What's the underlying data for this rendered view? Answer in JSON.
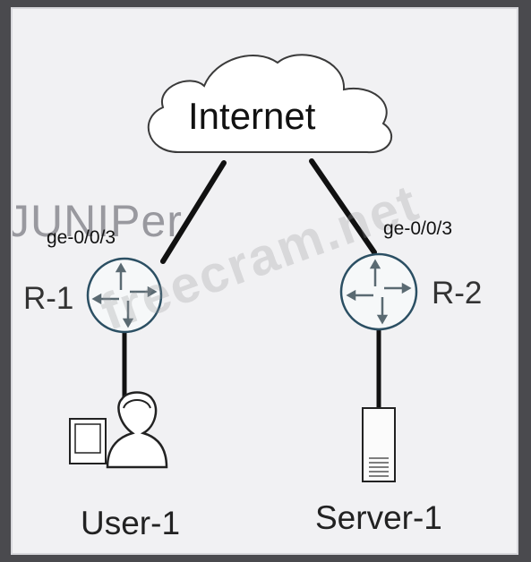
{
  "cloud": {
    "label": "Internet"
  },
  "routers": [
    {
      "name": "R-1",
      "interface": "ge-0/0/3"
    },
    {
      "name": "R-2",
      "interface": "ge-0/0/3"
    }
  ],
  "endpoints": [
    {
      "name": "User-1",
      "icon": "user-workstation-icon"
    },
    {
      "name": "Server-1",
      "icon": "server-icon"
    }
  ],
  "watermarks": {
    "logo": "JUNIPer",
    "site": "freecram.net"
  },
  "colors": {
    "router_outline": "#2b4f63",
    "router_fill": "#f6f8f9",
    "arrows": "#5a6a72",
    "links": "#111111"
  }
}
